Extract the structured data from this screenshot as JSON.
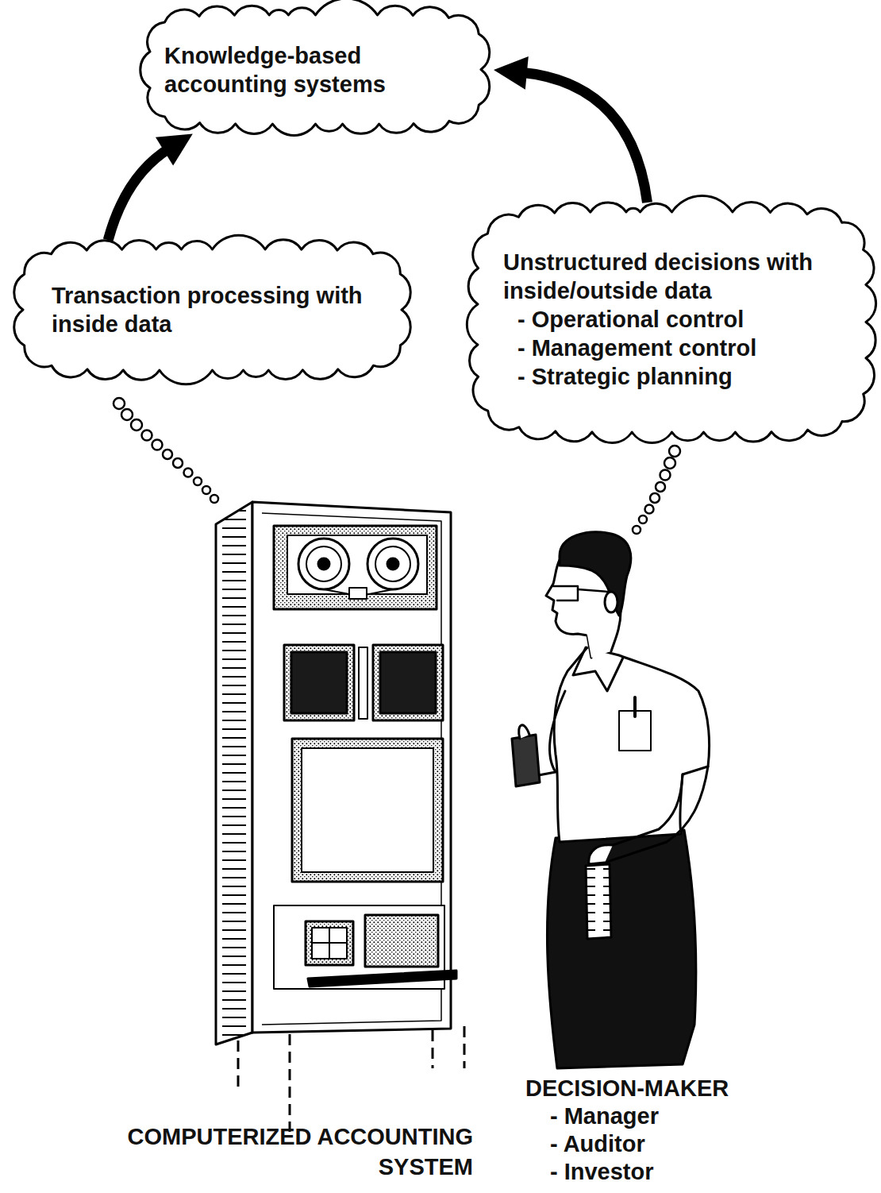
{
  "diagram": {
    "nodes": [
      {
        "text": [
          "Knowledge-based accounting systems"
        ]
      },
      {
        "text": [
          "Transaction processing with inside data"
        ]
      },
      {
        "text": [
          "Unstructured decisions with inside/outside data",
          "- Operational control",
          "- Management control",
          "- Strategic planning"
        ]
      }
    ],
    "edges": [
      {
        "from": 1,
        "to": 0,
        "arrow": "to"
      },
      {
        "from": 2,
        "to": 0,
        "arrow": "to"
      }
    ],
    "labels": [
      "COMPUTERIZED ACCOUNTING SYSTEM",
      "DECISION-MAKER",
      "- Manager",
      "- Auditor",
      "- Investor"
    ]
  }
}
